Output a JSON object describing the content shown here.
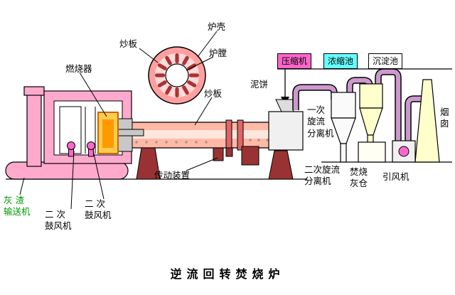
{
  "title": "逆流回转焚烧炉",
  "colors": {
    "pink": "#ffaacc",
    "salmon": "#ffb9a6",
    "salmon_light": "#ffe6dc",
    "darkred": "#993333",
    "blade": "#aa3333",
    "magenta": "#ff66cc",
    "cyan": "#66ffff",
    "plum": "#cc99cc",
    "cream": "#ffffcc",
    "green_text": "#009900",
    "gray": "#c8c8c8"
  },
  "labels": {
    "furnace_shell": "炉壳",
    "stir_plate_top": "炒板",
    "furnace_chamber": "炉膛",
    "burner": "燃烧器",
    "mud_cake": "泥饼",
    "stir_plate_mid": "炒板",
    "compressor": "压缩机",
    "concentration_pool": "浓缩池",
    "sedimentation_pool": "沉淀池",
    "chimney": "烟\n囱",
    "primary_cyclone": "一次\n旋流\n分离机",
    "secondary_cyclone": "二次旋流\n分离机",
    "ash_bin": "焚烧\n灰仓",
    "induced_draft_fan": "引风机",
    "transmission": "传动装置",
    "ash_conveyor": "灰 渣\n输送机",
    "secondary_blower_left": "二 次\n鼓风机",
    "secondary_blower_right": "二 次\n鼓风机"
  }
}
